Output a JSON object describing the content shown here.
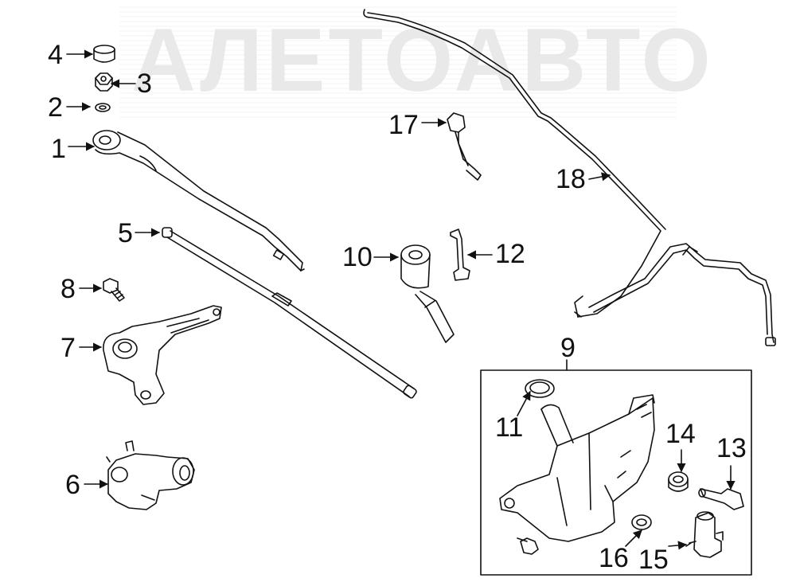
{
  "watermark": {
    "text": "АЛЕТОАВТО"
  },
  "callouts": [
    {
      "id": "c1",
      "label": "1"
    },
    {
      "id": "c2",
      "label": "2"
    },
    {
      "id": "c3",
      "label": "3"
    },
    {
      "id": "c4",
      "label": "4"
    },
    {
      "id": "c5",
      "label": "5"
    },
    {
      "id": "c6",
      "label": "6"
    },
    {
      "id": "c7",
      "label": "7"
    },
    {
      "id": "c8",
      "label": "8"
    },
    {
      "id": "c9",
      "label": "9"
    },
    {
      "id": "c10",
      "label": "10"
    },
    {
      "id": "c11",
      "label": "11"
    },
    {
      "id": "c12",
      "label": "12"
    },
    {
      "id": "c13",
      "label": "13"
    },
    {
      "id": "c14",
      "label": "14"
    },
    {
      "id": "c15",
      "label": "15"
    },
    {
      "id": "c16",
      "label": "16"
    },
    {
      "id": "c17",
      "label": "17"
    },
    {
      "id": "c18",
      "label": "18"
    }
  ]
}
